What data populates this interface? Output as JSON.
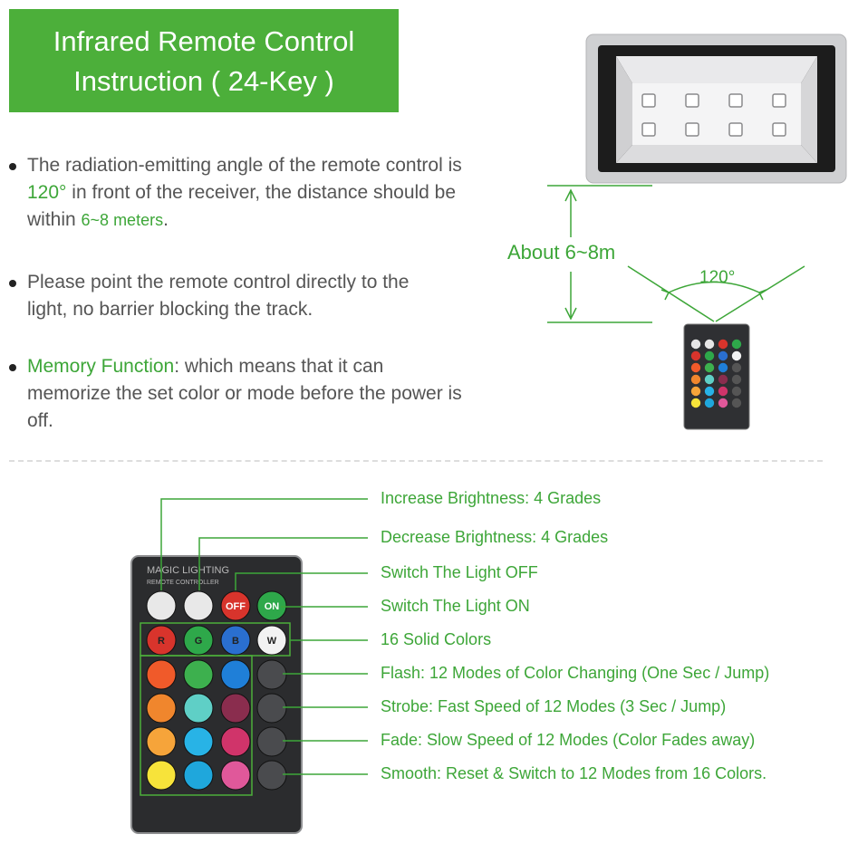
{
  "banner": {
    "line1": "Infrared Remote Control",
    "line2": "Instruction ( 24-Key )"
  },
  "bullets": {
    "b1": {
      "pre": "The radiation-emitting angle of the remote control is ",
      "angle": "120°",
      "mid": " in front of the receiver, the distance should be within ",
      "dist": "6~8 meters",
      "post": "."
    },
    "b2": {
      "text": "Please point the remote control directly to the light, no barrier blocking the track."
    },
    "b3": {
      "label": "Memory Function",
      "text": ": which means that it can memorize the set color or mode before the power is off."
    }
  },
  "diagram": {
    "distance_label": "About 6~8m",
    "angle_label": "120°"
  },
  "remote": {
    "brand": "MAGIC LIGHTING",
    "sub": "REMOTE CONTROLLER",
    "off": "OFF",
    "on": "ON",
    "r": "R",
    "g": "G",
    "b": "B",
    "w": "W"
  },
  "callouts": [
    "Increase Brightness: 4 Grades",
    "Decrease Brightness: 4 Grades",
    "Switch The Light OFF",
    "Switch The Light ON",
    "16 Solid Colors",
    "Flash: 12 Modes of Color Changing (One Sec / Jump)",
    "Strobe: Fast Speed of 12 Modes (3 Sec / Jump)",
    "Fade: Slow Speed of 12 Modes (Color Fades away)",
    "Smooth: Reset & Switch to 12 Modes from 16 Colors."
  ],
  "colors": {
    "accent": "#3da638",
    "banner": "#4caf3a"
  }
}
